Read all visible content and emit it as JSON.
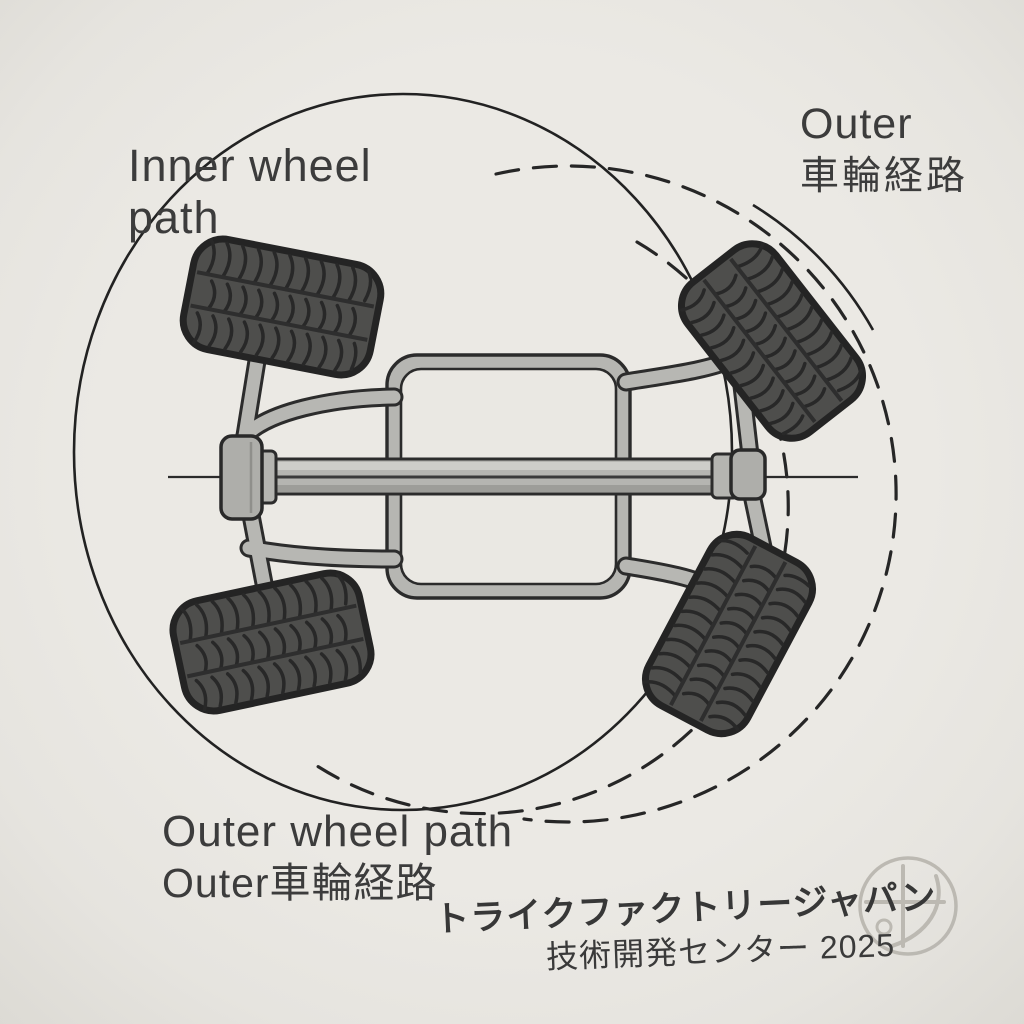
{
  "labels": {
    "inner_wheel_path": {
      "line1": "Inner wheel",
      "line2": "path"
    },
    "outer_wheel_path_top": {
      "line1": "Outer",
      "line2": "車輪経路"
    },
    "outer_wheel_path_bottom": {
      "line1": "Outer wheel path",
      "line2": "Outer車輪経路"
    }
  },
  "footer": {
    "brand": "トライクファクトリージャパン",
    "dept_year": "技術開発センター 2025"
  },
  "icons": {
    "stamp": "circular-maker-stamp"
  },
  "diagram": {
    "subject": "top-down trike chassis with steered wheels",
    "inner_wheel_path_style": "solid circle",
    "outer_wheel_path_style": "dashed circles",
    "wheel_count": 4
  },
  "colors": {
    "background": "#eae8e3",
    "ink": "#3c3c3c",
    "outline": "#262626",
    "tube": "#b7b7b3",
    "tire": "#4e4e4c",
    "stamp": "#b5b2ab"
  }
}
